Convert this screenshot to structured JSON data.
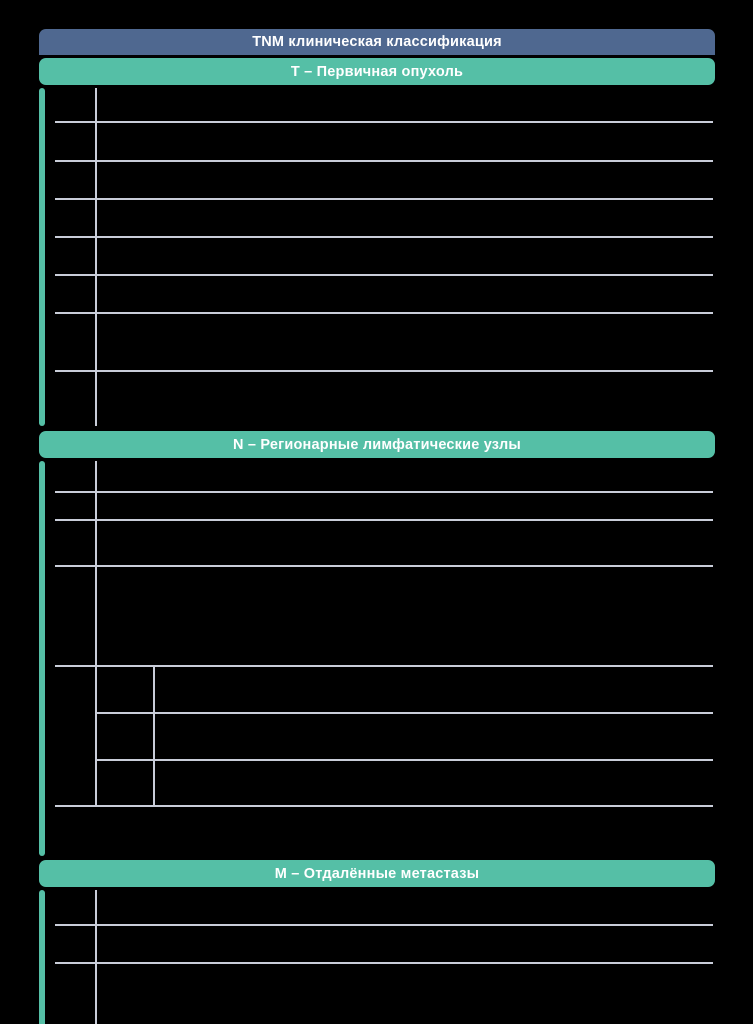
{
  "page": {
    "background_color": "#000000",
    "title_bar_color": "#4f6890",
    "section_bar_color": "#55bfa6",
    "accent_color": "#55bfa6",
    "rule_color": "#c9cdd9",
    "text_color": "#ffffff"
  },
  "header": {
    "title": "TNM клиническая классификация"
  },
  "sections": [
    {
      "id": "T",
      "label": "T – Первичная опухоль",
      "rows": [
        {
          "code": "",
          "text": ""
        },
        {
          "code": "",
          "text": ""
        },
        {
          "code": "",
          "text": ""
        },
        {
          "code": "",
          "text": ""
        },
        {
          "code": "",
          "text": ""
        },
        {
          "code": "",
          "text": ""
        },
        {
          "code": "",
          "text": ""
        }
      ]
    },
    {
      "id": "N",
      "label": "N – Регионарные лимфатические узлы",
      "rows": [
        {
          "code": "",
          "text": ""
        },
        {
          "code": "",
          "text": ""
        },
        {
          "code": "",
          "text": ""
        },
        {
          "code": "",
          "text": "",
          "subrows": [
            {
              "code": "",
              "text": ""
            },
            {
              "code": "",
              "text": ""
            },
            {
              "code": "",
              "text": ""
            }
          ]
        },
        {
          "code": "",
          "text": ""
        }
      ]
    },
    {
      "id": "M",
      "label": "M – Отдалённые метастазы",
      "rows": [
        {
          "code": "",
          "text": ""
        },
        {
          "code": "",
          "text": ""
        },
        {
          "code": "",
          "text": ""
        }
      ]
    }
  ]
}
